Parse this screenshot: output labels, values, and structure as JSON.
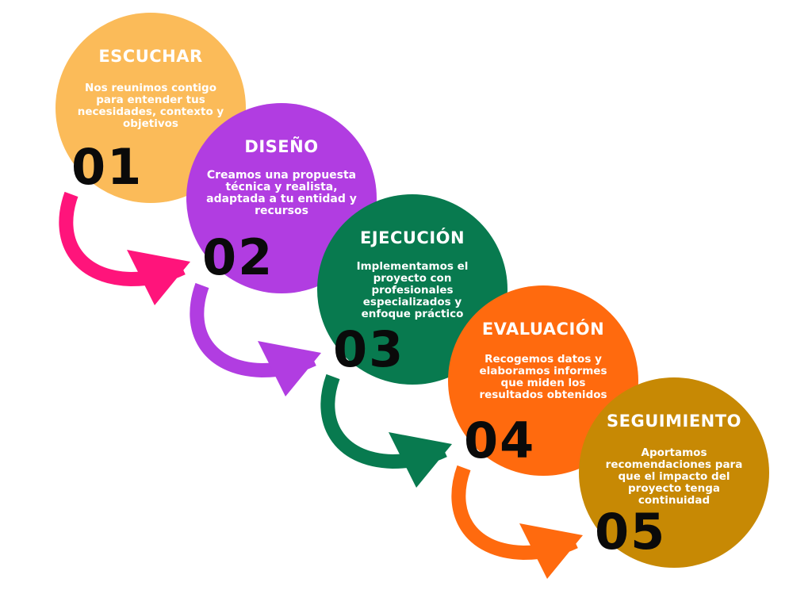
{
  "steps": [
    {
      "title": "ESCUCHAR",
      "description": "Nos reunimos contigo para entender tus necesidades, contexto y objetivos",
      "number": "01",
      "color": "#fbbb59",
      "arrow_color": "#ff147b"
    },
    {
      "title": "DISEÑO",
      "description": "Creamos una propuesta técnica y realista, adaptada a tu entidad y recursos",
      "number": "02",
      "color": "#b13de1",
      "arrow_color": "#b13de1"
    },
    {
      "title": "EJECUCIÓN",
      "description": "Implementamos el proyecto con profesionales especializados y enfoque práctico",
      "number": "03",
      "color": "#087a4f",
      "arrow_color": "#087a4f"
    },
    {
      "title": "EVALUACIÓN",
      "description": "Recogemos datos y elaboramos informes que miden los resultados obtenidos",
      "number": "04",
      "color": "#ff6a0e",
      "arrow_color": "#ff6a0e"
    },
    {
      "title": "SEGUIMIENTO",
      "description": "Aportamos recomendaciones para que el impacto del proyecto tenga continuidad",
      "number": "05",
      "color": "#c78904"
    }
  ]
}
